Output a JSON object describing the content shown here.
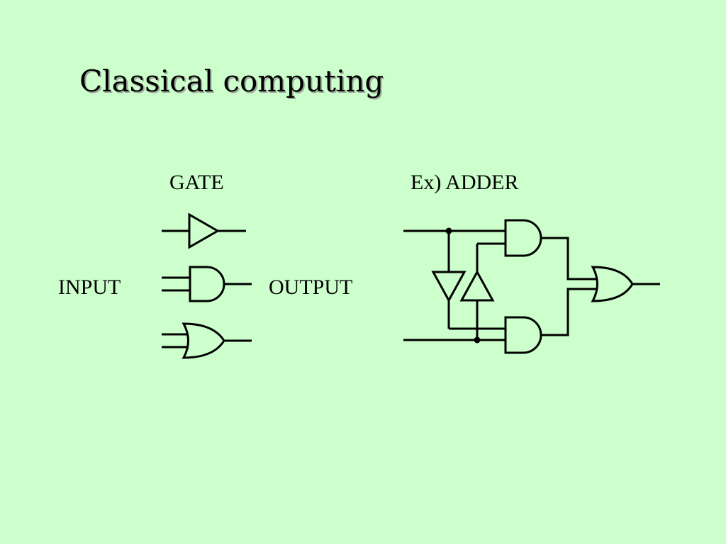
{
  "slide": {
    "background": "#ccffcc",
    "title": "Classical computing"
  },
  "labels": {
    "gate": "GATE",
    "adder": "Ex) ADDER",
    "input": "INPUT",
    "output": "OUTPUT"
  },
  "gates": [
    "buffer-gate",
    "and-gate",
    "or-gate"
  ],
  "adder_components": [
    "and-gate",
    "and-gate",
    "or-gate",
    "buffer-gate",
    "buffer-gate"
  ]
}
